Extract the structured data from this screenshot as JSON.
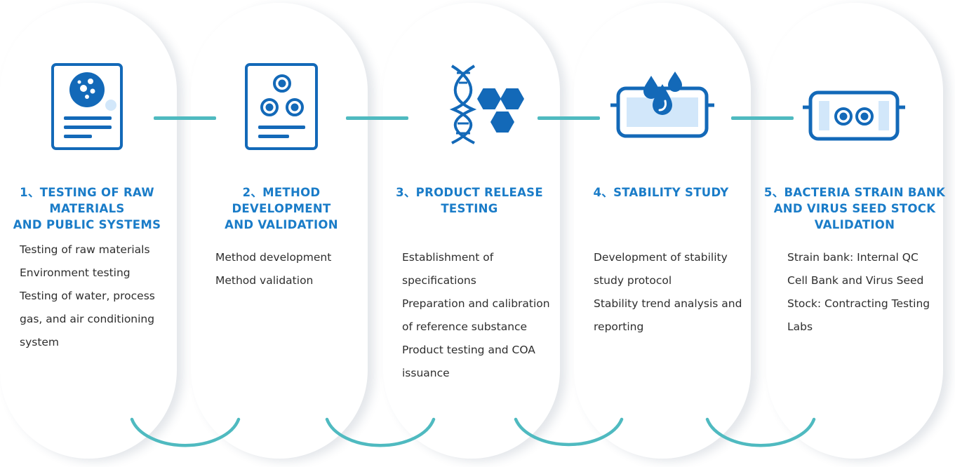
{
  "colors": {
    "accent_blue": "#1a7cc8",
    "icon_blue": "#1369b8",
    "light_blue": "#d2e7fa",
    "connector_teal": "#4fbac0",
    "body_text": "#2e2e2e"
  },
  "stages": [
    {
      "title_lines": [
        "1、TESTING OF RAW",
        "MATERIALS",
        "AND PUBLIC SYSTEMS"
      ],
      "icon": "petri-dish-document-icon",
      "items": [
        "Testing of raw materials",
        "Environment testing",
        "Testing of water, process",
        "gas, and air conditioning",
        "system"
      ]
    },
    {
      "title_lines": [
        "2、METHOD",
        "DEVELOPMENT",
        "AND VALIDATION"
      ],
      "icon": "cells-document-icon",
      "items": [
        "Method development",
        "Method validation"
      ]
    },
    {
      "title_lines": [
        "3、PRODUCT RELEASE",
        "TESTING"
      ],
      "icon": "dna-hexagon-icon",
      "items": [
        "Establishment of",
        "specifications",
        "Preparation and calibration",
        "of reference substance",
        "Product testing and COA",
        "issuance"
      ]
    },
    {
      "title_lines": [
        "4、STABILITY STUDY"
      ],
      "icon": "drops-chamber-icon",
      "items": [
        "Development of stability",
        "study protocol",
        "Stability trend analysis and",
        "reporting"
      ]
    },
    {
      "title_lines": [
        "5、BACTERIA STRAIN BANK",
        "AND VIRUS SEED STOCK",
        "VALIDATION"
      ],
      "icon": "vial-cells-icon",
      "items": [
        "Strain bank: Internal QC",
        "Cell Bank and Virus Seed",
        "Stock: Contracting Testing",
        "Labs"
      ]
    }
  ]
}
